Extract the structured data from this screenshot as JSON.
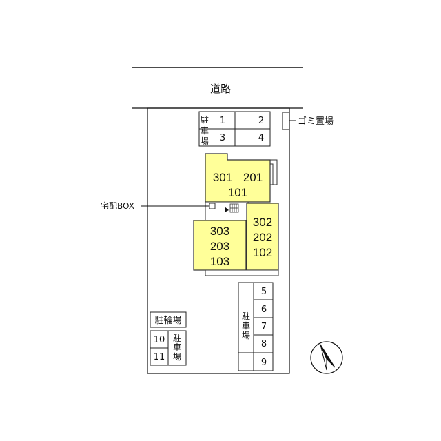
{
  "road": {
    "label": "道路"
  },
  "trash": {
    "label": "ゴミ置場"
  },
  "delivery_box": {
    "label": "宅配BOX"
  },
  "parking_top": {
    "label_chars": [
      "駐",
      "車",
      "場"
    ],
    "spaces": [
      "1",
      "2",
      "3",
      "4"
    ]
  },
  "building": {
    "colors": {
      "fill": "#ffff99",
      "stroke": "#333333"
    },
    "block_nw": {
      "row1a": "301",
      "row1b": "201",
      "row2": "101"
    },
    "block_sw": [
      "303",
      "203",
      "103"
    ],
    "block_e": [
      "302",
      "202",
      "102"
    ]
  },
  "parking_right": {
    "label_chars": [
      "駐",
      "車",
      "場"
    ],
    "spaces": [
      "5",
      "6",
      "7",
      "8",
      "9"
    ]
  },
  "bicycle_parking": {
    "label": "駐輪場"
  },
  "parking_left": {
    "label_chars": [
      "駐",
      "車",
      "場"
    ],
    "spaces": [
      "10",
      "11"
    ]
  },
  "compass": {
    "icon": "north-arrow-icon"
  }
}
